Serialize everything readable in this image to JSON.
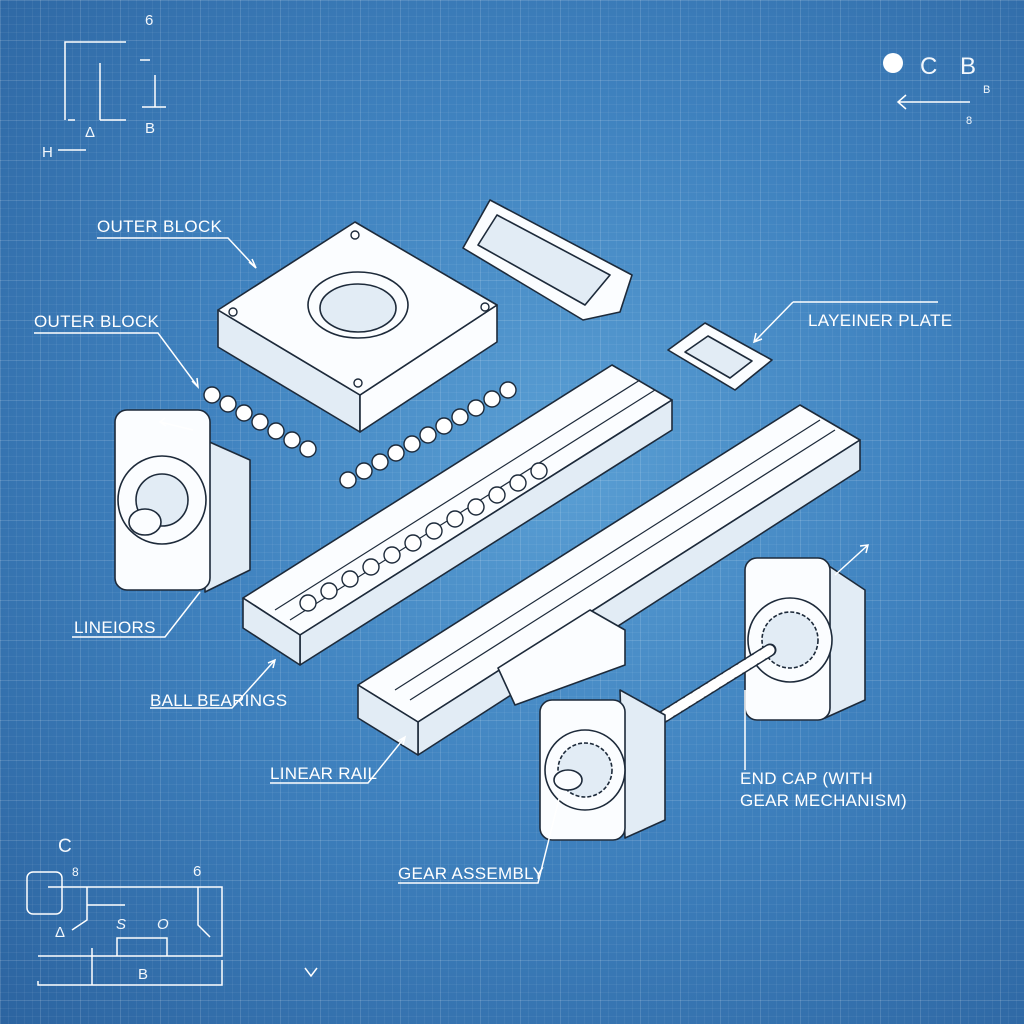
{
  "colors": {
    "background": "#3f82bf",
    "line": "#ffffff",
    "part_outline": "#1d2a3a"
  },
  "labels": {
    "outer_block_1": "OUTER BLOCK",
    "outer_block_2": "OUTER BLOCK",
    "plate": "LAYEINER PLATE",
    "lineiors": "LINEIORS",
    "ball_bearings": "BALL BEARINGS",
    "linear_rail": "LINEAR RAIL",
    "end_cap_line1": "END CAP (WITH",
    "end_cap_line2": "GEAR MECHANISM)",
    "gear_assembly": "GEAR ASSEMBLY"
  },
  "annotations": {
    "top_left": [
      "6",
      "B",
      "H",
      "Δ"
    ],
    "top_right": [
      "C",
      "B",
      "B",
      "8"
    ],
    "bottom_left": [
      "C",
      "8",
      "6",
      "Δ",
      "S",
      "O",
      "B"
    ]
  }
}
